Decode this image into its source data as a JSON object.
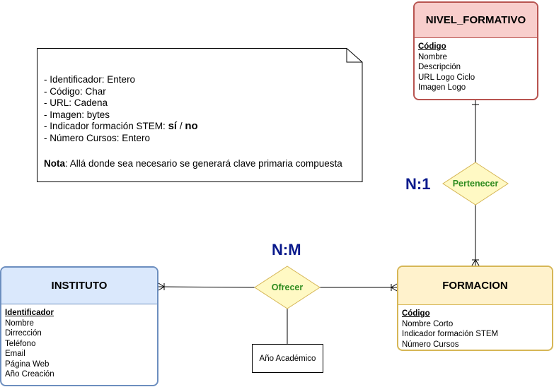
{
  "entities": {
    "nivel": {
      "title": "NIVEL_FORMATIVO",
      "pk": "Código",
      "attributes": [
        "Nombre",
        "Descripción",
        "URL Logo Ciclo",
        "Imagen Logo"
      ]
    },
    "instituto": {
      "title": "INSTITUTO",
      "pk": "Identificador",
      "attributes": [
        "Nombre",
        "Dirrección",
        "Teléfono",
        "Email",
        "Página Web",
        "Año Creación"
      ]
    },
    "formacion": {
      "title": "FORMACION",
      "pk": "Código",
      "attributes": [
        "Nombre Corto",
        "Indicador formación STEM",
        "Número Cursos"
      ]
    }
  },
  "relationships": {
    "pertenecer": {
      "label": "Pertenecer",
      "cardinality": "N:1"
    },
    "ofrecer": {
      "label": "Ofrecer",
      "cardinality": "N:M",
      "attribute": "Año Académico"
    }
  },
  "note": {
    "lines": [
      "- Identificador: Entero",
      "- Código: Char",
      "- URL: Cadena",
      "- Imagen: bytes"
    ],
    "stem_prefix": "- Indicador formación STEM: ",
    "stem_si": "sí",
    "stem_sep": " / ",
    "stem_no": "no",
    "last_line": "- Número Cursos: Entero",
    "footer_bold": "Nota",
    "footer_text": ": Allá donde sea necesario se generará clave primaria compuesta"
  },
  "colors": {
    "nivel_fill": "#f8cecc",
    "nivel_stroke": "#b85450",
    "instituto_fill": "#dae8fc",
    "instituto_stroke": "#6c8ebf",
    "formacion_fill": "#fff2cc",
    "formacion_stroke": "#d6b656",
    "relationship_fill": "#fff9c4",
    "relationship_stroke": "#d6b656",
    "relationship_label": "#2e8b1e",
    "cardinality": "#0a1a8c"
  }
}
